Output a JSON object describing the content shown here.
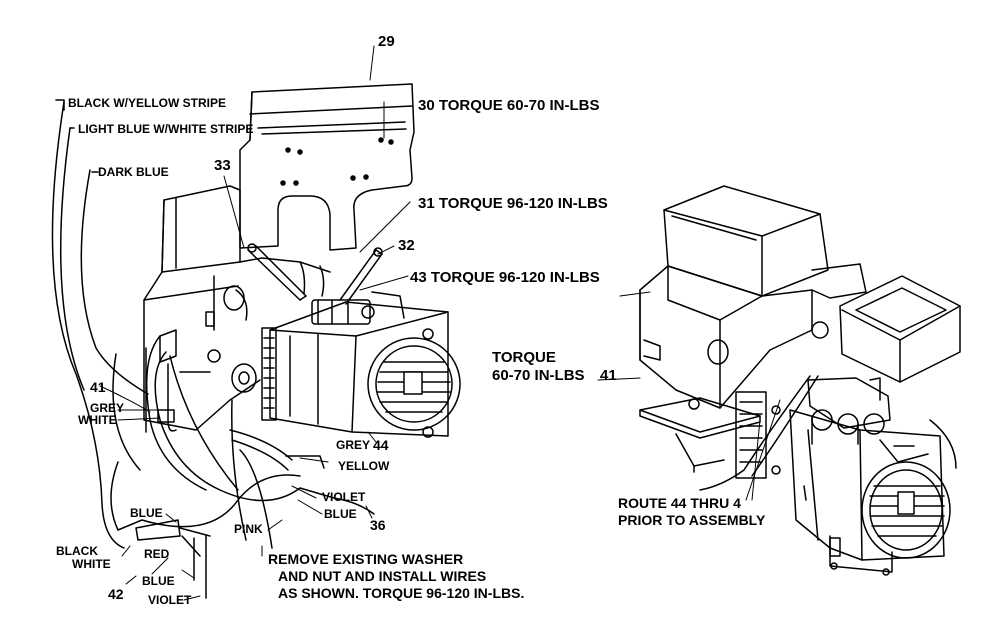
{
  "callouts": {
    "c29": "29",
    "c30": "30 TORQUE 60-70 IN-LBS",
    "c31": "31 TORQUE 96-120 IN-LBS",
    "c32": "32",
    "c33": "33",
    "c43": "43 TORQUE 96-120 IN-LBS",
    "c41_left": "41",
    "c41_right": "41",
    "c44": "44",
    "c36": "36",
    "c42": "42"
  },
  "wires": {
    "black_yellow": "BLACK W/YELLOW STRIPE",
    "lightblue_white": "LIGHT BLUE W/WHITE STRIPE",
    "dark_blue": "DARK BLUE",
    "grey_1": "GREY",
    "white_1": "WHITE",
    "grey_2": "GREY",
    "yellow": "YELLOW",
    "violet_1": "VIOLET",
    "blue_1": "BLUE",
    "pink": "PINK",
    "blue_2": "BLUE",
    "black": "BLACK",
    "white_2": "WHITE",
    "red": "RED",
    "blue_3": "BLUE",
    "violet_2": "VIOLET"
  },
  "notes": {
    "remove_line1": "REMOVE EXISTING WASHER",
    "remove_line2": "AND NUT AND INSTALL WIRES",
    "remove_line3": "AS SHOWN. TORQUE 96-120 IN-LBS.",
    "torque_line1": "TORQUE",
    "torque_line2": "60-70 IN-LBS",
    "route_line1": "ROUTE 44 THRU 4",
    "route_line2": "PRIOR TO ASSEMBLY"
  }
}
